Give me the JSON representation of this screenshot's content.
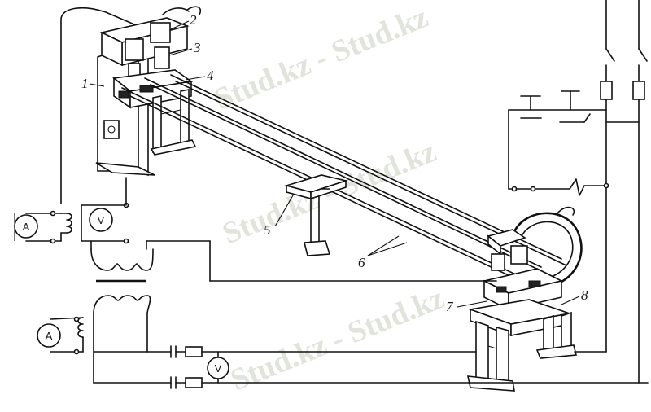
{
  "watermark": {
    "text": "Stud.kz - Stud.kz"
  },
  "labels": {
    "l1": "1",
    "l2": "2",
    "l3": "3",
    "l4": "4",
    "l5": "5",
    "l6": "6",
    "l7": "7",
    "l8": "8"
  },
  "meters": {
    "ammeter_symbol": "A",
    "voltmeter_symbol": "V"
  },
  "colors": {
    "line": "#111111",
    "watermark": "#d8dccf",
    "background": "#ffffff"
  }
}
